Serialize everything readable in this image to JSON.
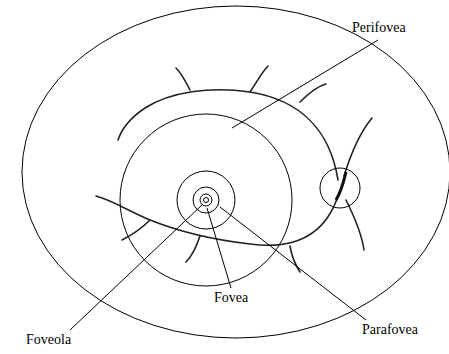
{
  "diagram": {
    "labels": [
      "Perifovea",
      "Parafovea",
      "Fovea",
      "Foveola"
    ]
  }
}
